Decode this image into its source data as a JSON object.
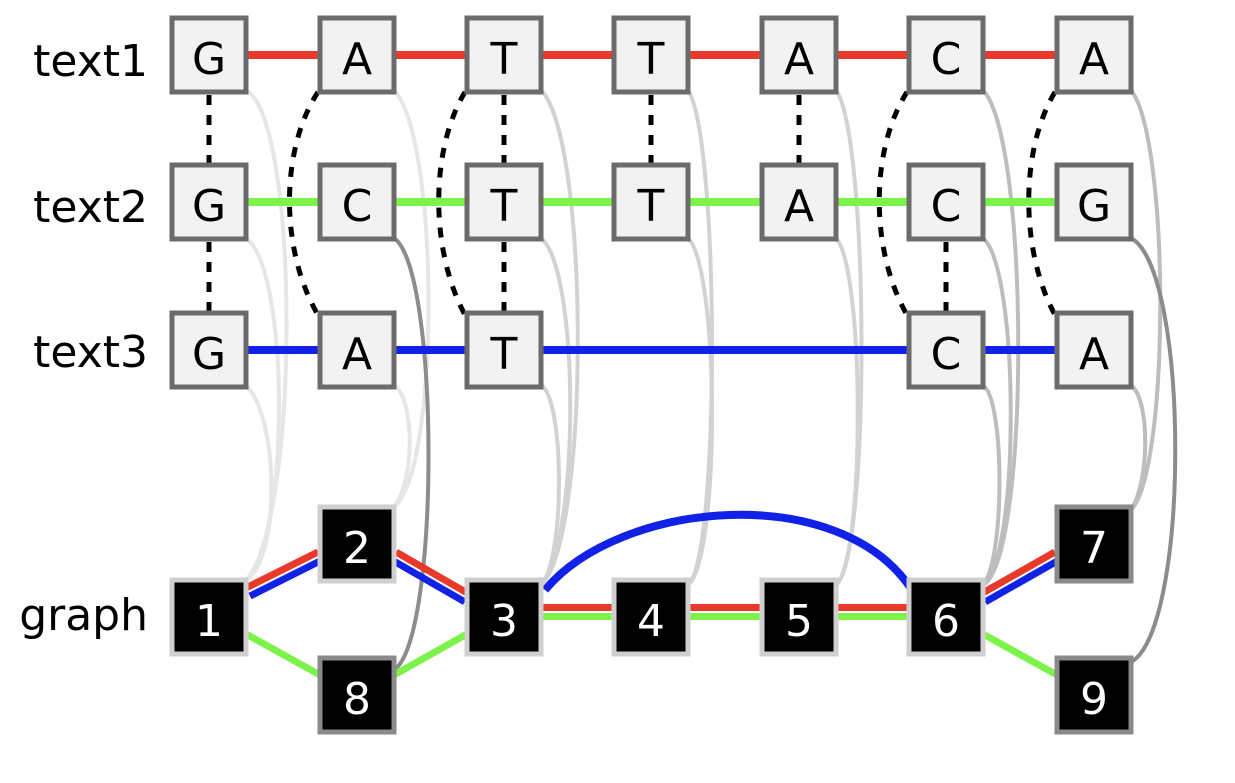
{
  "diagram": {
    "row_labels": {
      "text1": "text1",
      "text2": "text2",
      "text3": "text3",
      "graph": "graph"
    },
    "text1": [
      "G",
      "A",
      "T",
      "T",
      "A",
      "C",
      "A"
    ],
    "text2": [
      "G",
      "C",
      "T",
      "T",
      "A",
      "C",
      "G"
    ],
    "text3": [
      "G",
      "A",
      "T",
      "C",
      "A"
    ],
    "graph_nodes": [
      "1",
      "2",
      "3",
      "4",
      "5",
      "6",
      "7",
      "8",
      "9"
    ],
    "colors": {
      "text1": "#e8392a",
      "text2": "#7cf24a",
      "text3": "#1122e6",
      "char_box_fill": "#f2f2f2",
      "char_box_stroke": "#6b6b6b",
      "node_fill": "#000000",
      "node_stroke": "#cfcfcf",
      "alignment_link": "#000000"
    }
  }
}
